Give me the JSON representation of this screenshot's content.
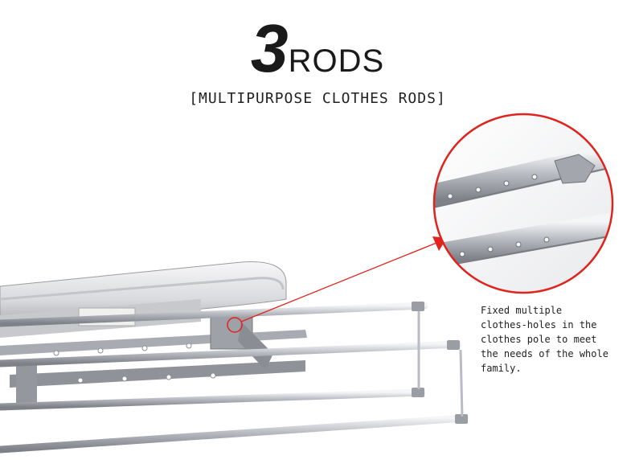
{
  "header": {
    "number": "3",
    "word": "RODS",
    "subtitle": "[MULTIPURPOSE CLOTHES RODS]"
  },
  "caption": {
    "text": "Fixed multiple\nclothes-holes in the\nclothes pole to meet\nthe needs of the whole\nfamily."
  },
  "colors": {
    "callout": "#e0231c",
    "metal": "#b9bcc2",
    "metal_dark": "#8d9096"
  }
}
